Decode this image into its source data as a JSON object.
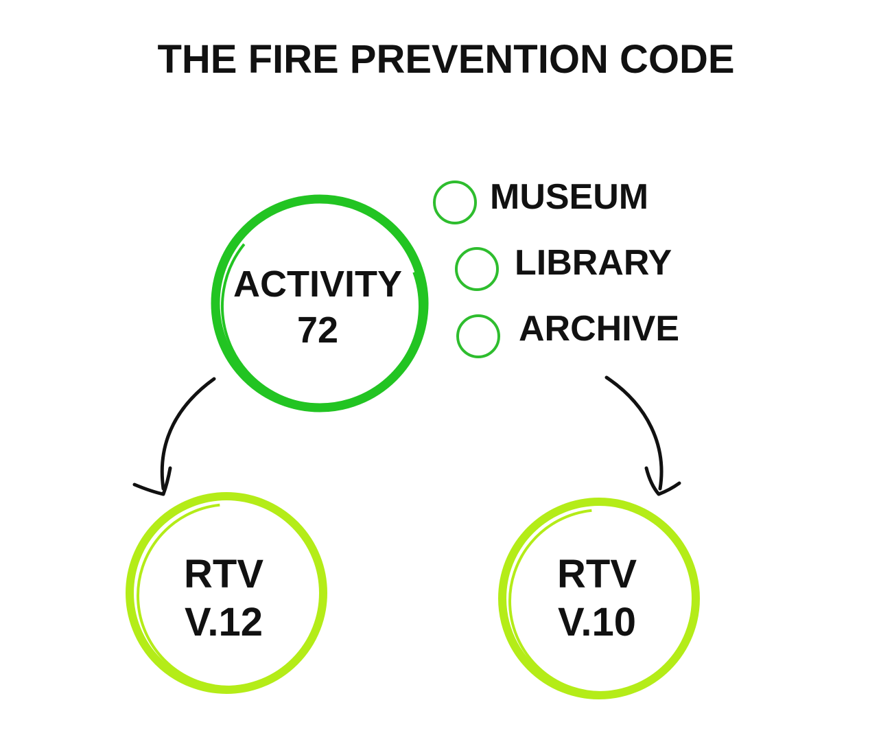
{
  "title": "THE FIRE PREVENTION CODE",
  "main_node": {
    "line1": "ACTIVITY",
    "line2": "72",
    "color": "#22c422"
  },
  "options": [
    {
      "label": "MUSEUM"
    },
    {
      "label": "LIBRARY"
    },
    {
      "label": "ARCHIVE"
    }
  ],
  "option_color": "#2ebd2e",
  "children": [
    {
      "line1": "RTV",
      "line2": "V.12"
    },
    {
      "line1": "RTV",
      "line2": "V.10"
    }
  ],
  "child_color": "#b4ec18",
  "arrow_color": "#111111"
}
